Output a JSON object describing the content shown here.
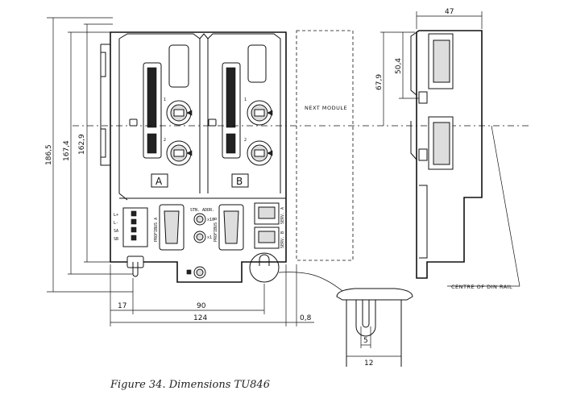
{
  "caption": "Figure 34. Dimensions TU846",
  "dimensions": {
    "total_height": "186,5",
    "height_167": "167,4",
    "height_162": "162,9",
    "height_67": "67,9",
    "height_50": "50,4",
    "depth": "47",
    "offset_17": "17",
    "pitch_90": "90",
    "width_124": "124",
    "gap_08": "0,8",
    "slot_5": "5",
    "slot_12": "12"
  },
  "labels": {
    "next_module": "NEXT MODULE",
    "din_rail": "CENTRE OF DIN RAIL",
    "slot_a": "A",
    "slot_b": "B",
    "stn_addr": "STN. ADDR.",
    "x10": "x10",
    "x1": "x1",
    "profibus_a": "PROFIBUS A",
    "profibus_b": "PROFIBUS B",
    "serv_a": "SERV. A",
    "serv_b": "SERV. B",
    "term_l1": "L+",
    "term_l2": "L-",
    "term_sa": "SA",
    "term_sb": "SB",
    "pos_1a": "1",
    "pos_2a": "2",
    "pos_1b": "1",
    "pos_2b": "2"
  }
}
